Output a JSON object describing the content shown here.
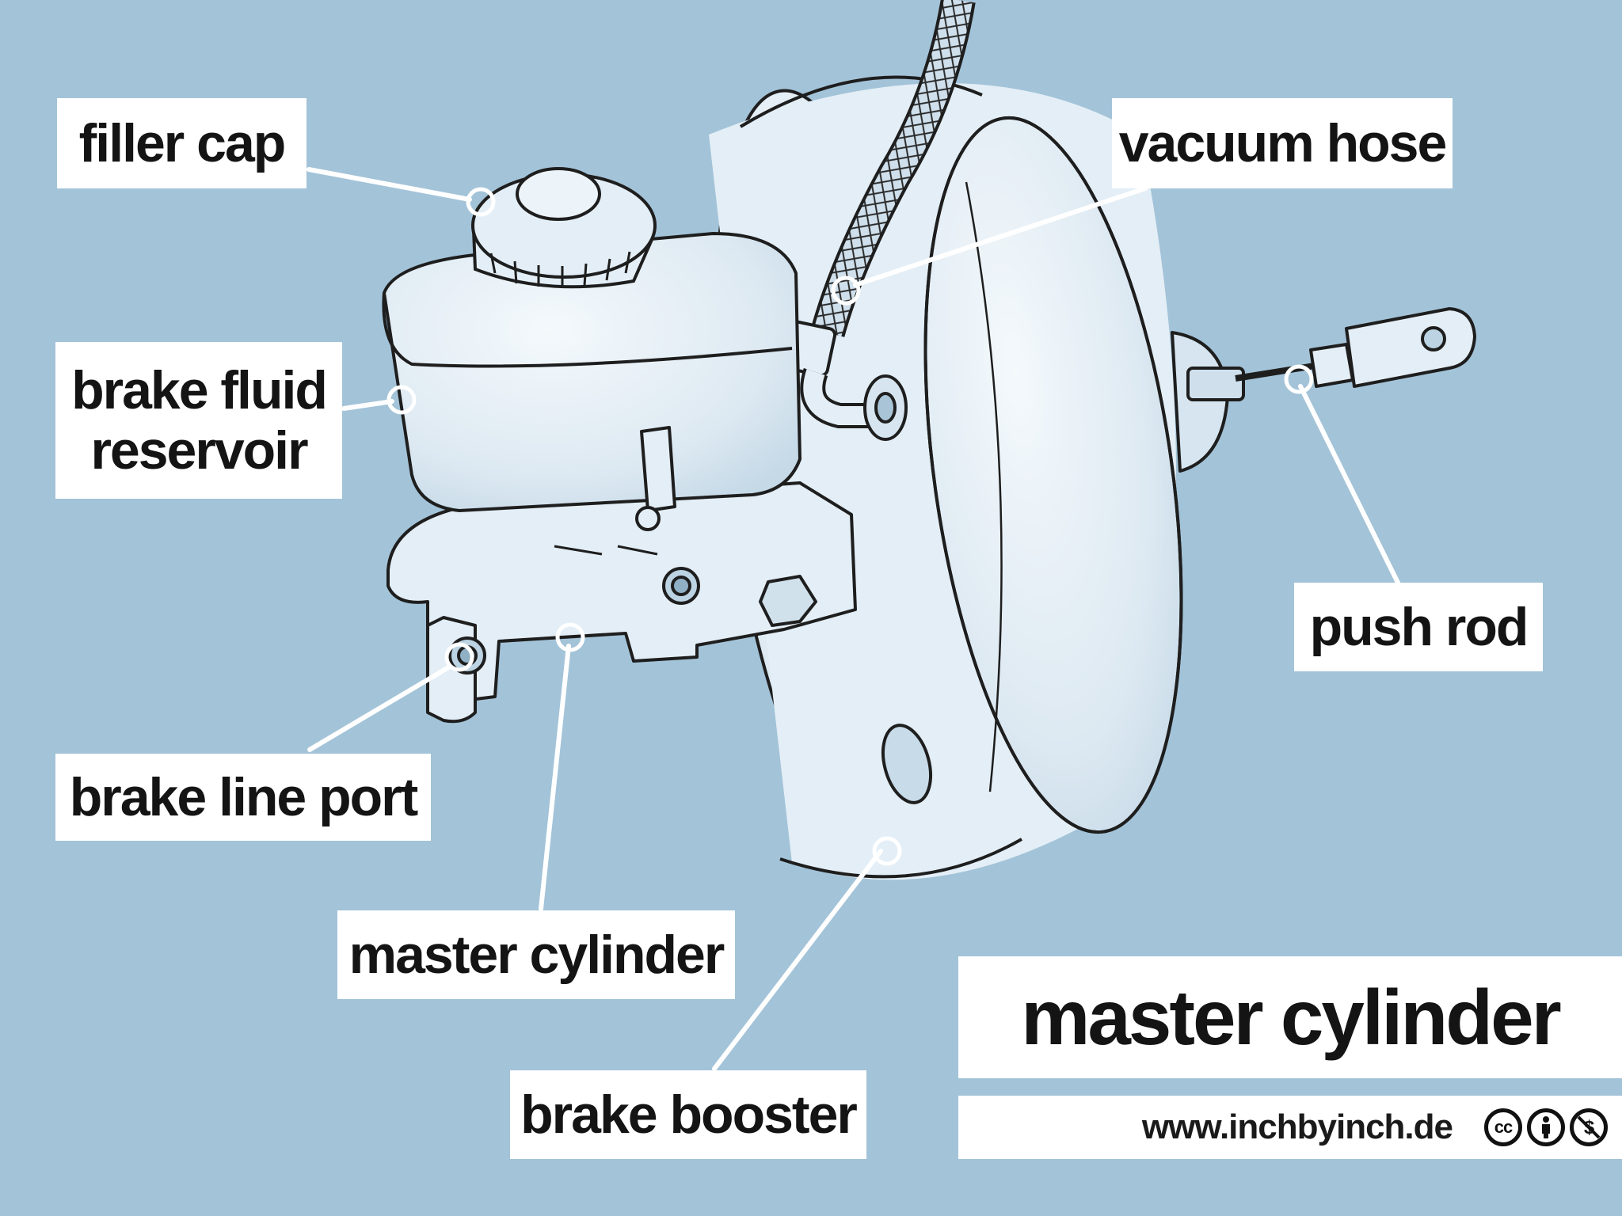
{
  "labels": {
    "filler_cap": "filler cap",
    "brake_fluid_reservoir": "brake fluid\nreservoir",
    "brake_line_port": "brake line port",
    "master_cylinder": "master cylinder",
    "brake_booster": "brake booster",
    "vacuum_hose": "vacuum hose",
    "push_rod": "push rod"
  },
  "title": "master cylinder",
  "website": "www.inchbyinch.de",
  "license_icons": [
    "cc",
    "by-icon",
    "nc-icon"
  ],
  "colors": {
    "background": "#a3c3d8",
    "part_fill": "#e0edf6",
    "outline": "#1e1e1e",
    "callout": "#ffffff"
  }
}
